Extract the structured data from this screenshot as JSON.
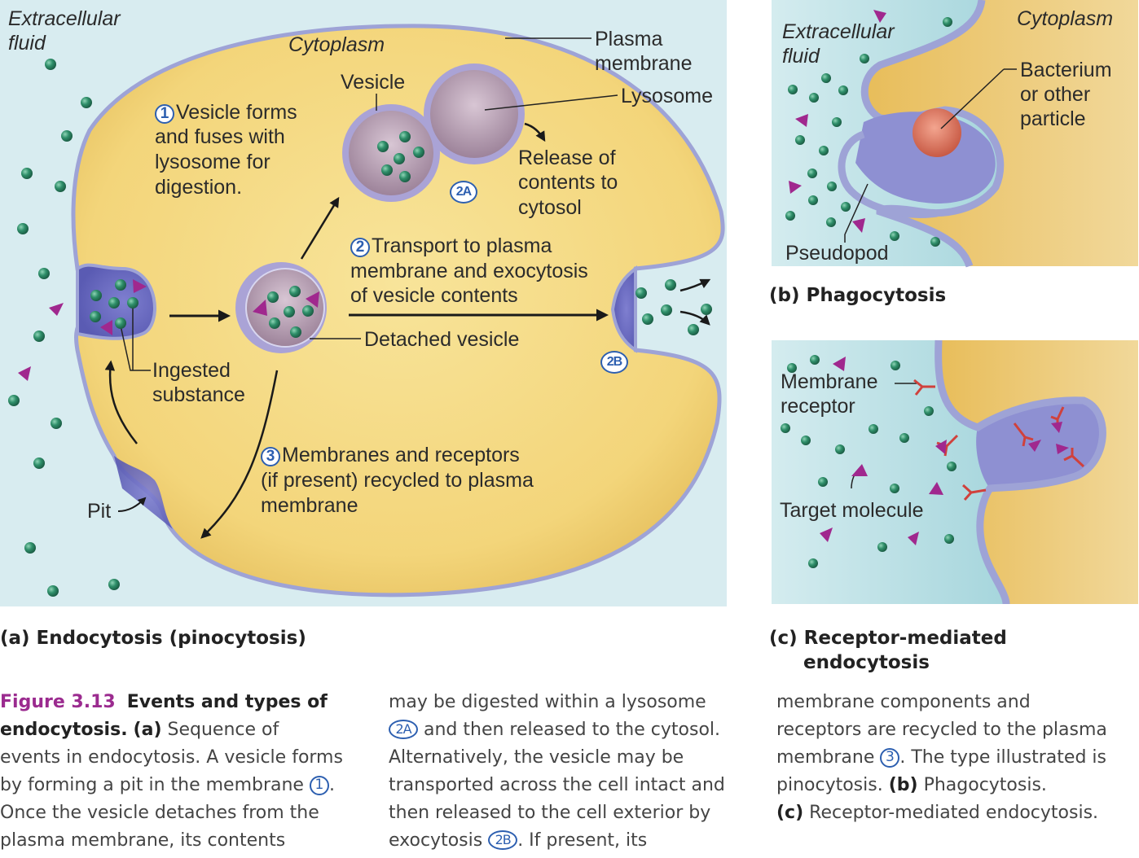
{
  "colors": {
    "extracellular": "#d6ebef",
    "cytoplasm": "#f3d57a",
    "membrane": "#a9acd8",
    "vesicle_interior": "#b9a2b6",
    "molecule_green": "#2f8f6a",
    "target_magenta": "#a0288e",
    "receptor_red": "#d0413c",
    "step_blue": "#2d5fb0",
    "figure_purple": "#9b2b8f"
  },
  "panel_a": {
    "title": "(a) Endocytosis (pinocytosis)",
    "labels": {
      "extracellular_line1": "Extracellular",
      "extracellular_line2": "fluid",
      "cytoplasm": "Cytoplasm",
      "plasma_membrane_line1": "Plasma",
      "plasma_membrane_line2": "membrane",
      "vesicle": "Vesicle",
      "lysosome": "Lysosome",
      "release_line1": "Release of",
      "release_line2": "contents to",
      "release_line3": "cytosol",
      "detached_vesicle": "Detached vesicle",
      "ingested_line1": "Ingested",
      "ingested_line2": "substance",
      "pit": "Pit"
    },
    "steps": [
      {
        "badge": "1",
        "lines": [
          "Vesicle forms",
          "and fuses with",
          "lysosome for",
          "digestion."
        ]
      },
      {
        "badge": "2",
        "lines": [
          "Transport to plasma",
          "membrane and exocytosis",
          "of vesicle contents"
        ]
      },
      {
        "badge": "3",
        "lines": [
          "Membranes and receptors",
          "(if present) recycled to plasma",
          "membrane"
        ]
      }
    ],
    "badges": {
      "2A": "2A",
      "2B": "2B"
    }
  },
  "panel_b": {
    "title": "(b) Phagocytosis",
    "labels": {
      "extracellular_line1": "Extracellular",
      "extracellular_line2": "fluid",
      "cytoplasm": "Cytoplasm",
      "bacterium_line1": "Bacterium",
      "bacterium_line2": "or other",
      "bacterium_line3": "particle",
      "pseudopod": "Pseudopod"
    }
  },
  "panel_c": {
    "title_line1": "(c) Receptor-mediated",
    "title_line2": "endocytosis",
    "labels": {
      "receptor_line1": "Membrane",
      "receptor_line2": "receptor",
      "target": "Target molecule"
    }
  },
  "caption": {
    "figure_number": "Figure 3.13",
    "heading_1": "Events and types of",
    "heading_2": "endocytosis.",
    "col1": {
      "l1_bold": "(a)",
      "l1": " Sequence of",
      "l2": "events in endocytosis. A vesicle forms",
      "l3": "by forming a pit in the membrane ",
      "l3_badge": "1",
      "l3_end": ".",
      "l4": "Once the vesicle detaches from the",
      "l5": "plasma membrane, its contents"
    },
    "col2": {
      "l1": "may be digested within a lysosome",
      "l2_badge": "2A",
      "l2": " and then released to the cytosol.",
      "l3": "Alternatively, the vesicle may be",
      "l4": "transported across the cell intact and",
      "l5": "then released to the cell exterior by",
      "l6": "exocytosis ",
      "l6_badge": "2B",
      "l6_end": ". If present, its"
    },
    "col3": {
      "l1": "membrane components and",
      "l2": "receptors are recycled to the plasma",
      "l3": "membrane ",
      "l3_badge": "3",
      "l3_end": ". The type illustrated is",
      "l4": "pinocytosis. ",
      "l4_bold": "(b)",
      "l4_end": " Phagocytosis.",
      "l5_bold": "(c)",
      "l5": " Receptor-mediated endocytosis."
    }
  }
}
